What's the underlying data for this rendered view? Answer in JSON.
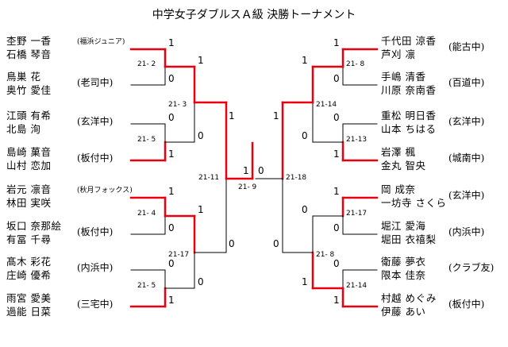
{
  "title": "中学女子ダブルスＡ級 決勝トーナメント",
  "left_pairs": [
    {
      "p1": "杢野 一香",
      "p2": "石橋 琴音",
      "club": "(福浜ジュニア)",
      "small": true
    },
    {
      "p1": "鳥巣 花",
      "p2": "奥竹 愛佳",
      "club": "(老司中)",
      "small": false
    },
    {
      "p1": "江頭 有希",
      "p2": "北島 洵",
      "club": "(玄洋中)",
      "small": false
    },
    {
      "p1": "島崎 菓音",
      "p2": "山村 恋加",
      "club": "(板付中)",
      "small": false
    },
    {
      "p1": "岩元 凛音",
      "p2": "林田 実咲",
      "club": "(秋月フォックス)",
      "small": true
    },
    {
      "p1": "坂口 奈那絵",
      "p2": "有冨 千尋",
      "club": "(板付中)",
      "small": false
    },
    {
      "p1": "髙木 彩花",
      "p2": "庄崎 優希",
      "club": "(内浜中)",
      "small": false
    },
    {
      "p1": "雨宮 愛美",
      "p2": "過能 日菜",
      "club": "(三宅中)",
      "small": false
    }
  ],
  "right_pairs": [
    {
      "p1": "千代田 涼香",
      "p2": "芦刈 凛",
      "club": "(能古中)"
    },
    {
      "p1": "手嶋 清香",
      "p2": "川原 奈南香",
      "club": "(百道中)"
    },
    {
      "p1": "重松 明日香",
      "p2": "山本 ちはる",
      "club": "(玄洋中)"
    },
    {
      "p1": "岩澤 楓",
      "p2": "金丸 智央",
      "club": "(城南中)"
    },
    {
      "p1": "岡 成奈",
      "p2": "一坊寺 さくら",
      "club": "(玄洋中)"
    },
    {
      "p1": "堀江 愛海",
      "p2": "堀田 衣禧梨",
      "club": "(内浜中)"
    },
    {
      "p1": "衛藤 夢衣",
      "p2": "限本 佳奈",
      "club": "(クラブ友)"
    },
    {
      "p1": "村越 めぐみ",
      "p2": "伊藤 あい",
      "club": "(板付中)"
    }
  ],
  "left_r1_results": [
    "1",
    "0",
    "0",
    "1",
    "1",
    "0",
    "0",
    "1"
  ],
  "right_r1_results": [
    "1",
    "0",
    "0",
    "1",
    "1",
    "0",
    "0",
    "1"
  ],
  "left_r2_results": [
    "1",
    "0",
    "1",
    "0"
  ],
  "right_r2_results": [
    "1",
    "0",
    "0",
    "1"
  ],
  "left_r3_results": [
    "1",
    "0"
  ],
  "right_r3_results": [
    "1",
    "0"
  ],
  "final_results": {
    "left": "1",
    "right": "0"
  },
  "left_r1_scores": [
    "21- 2",
    "21- 5",
    "21- 4",
    "21- 5"
  ],
  "right_r1_scores": [
    "21- 8",
    "21-13",
    "21-17",
    "21-14"
  ],
  "left_r2_scores": [
    "21- 3",
    "21-17"
  ],
  "right_r2_scores": [
    "21-14",
    "21- 8"
  ],
  "semi_scores": {
    "left": "21-11",
    "right": "21-18"
  },
  "final_score": "21- 9",
  "colors": {
    "win": "#e8000f",
    "line": "#000000"
  }
}
